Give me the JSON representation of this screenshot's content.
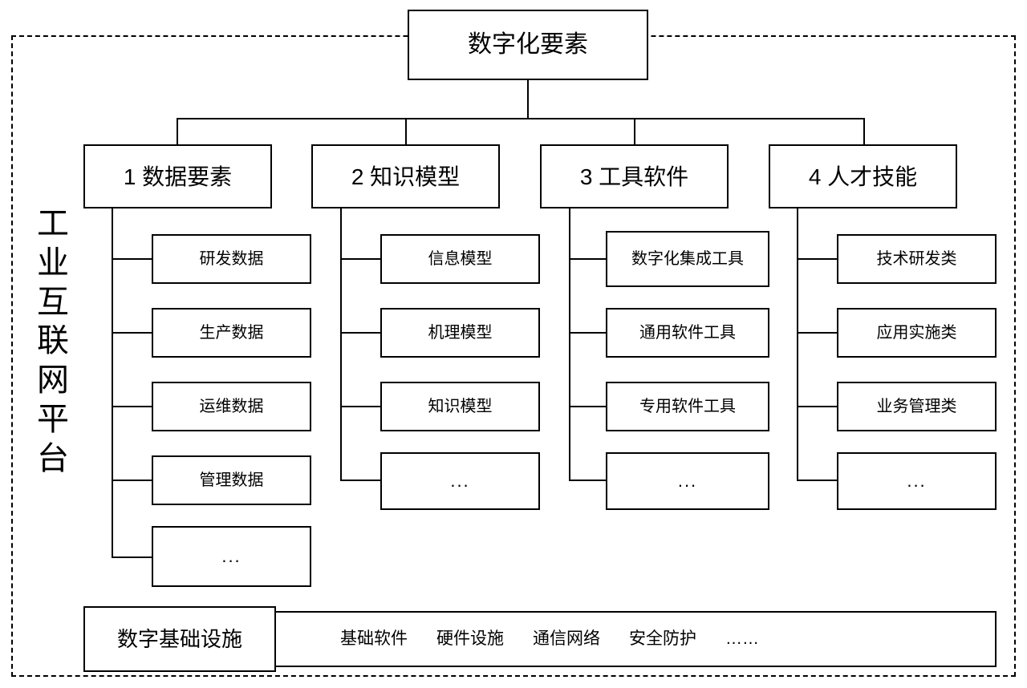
{
  "diagram": {
    "type": "hierarchy-tree",
    "root": {
      "label": "数字化要素"
    },
    "side_label": {
      "chars": [
        "工",
        "业",
        "互",
        "联",
        "网",
        "平",
        "台"
      ],
      "text": "工业互联网平台"
    },
    "branches": [
      {
        "label": "1 数据要素",
        "children": [
          {
            "label": "研发数据"
          },
          {
            "label": "生产数据"
          },
          {
            "label": "运维数据"
          },
          {
            "label": "管理数据"
          },
          {
            "label": "..."
          }
        ]
      },
      {
        "label": "2 知识模型",
        "children": [
          {
            "label": "信息模型"
          },
          {
            "label": "机理模型"
          },
          {
            "label": "知识模型"
          },
          {
            "label": "..."
          }
        ]
      },
      {
        "label": "3 工具软件",
        "children": [
          {
            "label": "数字化集成工具"
          },
          {
            "label": "通用软件工具"
          },
          {
            "label": "专用软件工具"
          },
          {
            "label": "..."
          }
        ]
      },
      {
        "label": "4 人才技能",
        "children": [
          {
            "label": "技术研发类"
          },
          {
            "label": "应用实施类"
          },
          {
            "label": "业务管理类"
          },
          {
            "label": "..."
          }
        ]
      }
    ],
    "infrastructure": {
      "label": "数字基础设施",
      "items": [
        "基础软件",
        "硬件设施",
        "通信网络",
        "安全防护",
        "……"
      ]
    },
    "colors": {
      "stroke": "#000000",
      "background": "#ffffff",
      "text": "#000000"
    }
  }
}
